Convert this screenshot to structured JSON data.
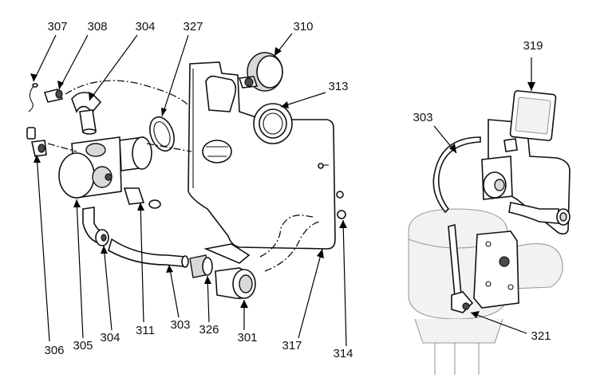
{
  "callouts": [
    {
      "id": "c307",
      "text": "307"
    },
    {
      "id": "c308",
      "text": "308"
    },
    {
      "id": "c304a",
      "text": "304"
    },
    {
      "id": "c327",
      "text": "327"
    },
    {
      "id": "c310",
      "text": "310"
    },
    {
      "id": "c313",
      "text": "313"
    },
    {
      "id": "c319",
      "text": "319"
    },
    {
      "id": "c303a",
      "text": "303"
    },
    {
      "id": "c306",
      "text": "306"
    },
    {
      "id": "c305",
      "text": "305"
    },
    {
      "id": "c304b",
      "text": "304"
    },
    {
      "id": "c311",
      "text": "311"
    },
    {
      "id": "c303b",
      "text": "303"
    },
    {
      "id": "c326",
      "text": "326"
    },
    {
      "id": "c301",
      "text": "301"
    },
    {
      "id": "c317",
      "text": "317"
    },
    {
      "id": "c314",
      "text": "314"
    },
    {
      "id": "c321",
      "text": "321"
    }
  ]
}
